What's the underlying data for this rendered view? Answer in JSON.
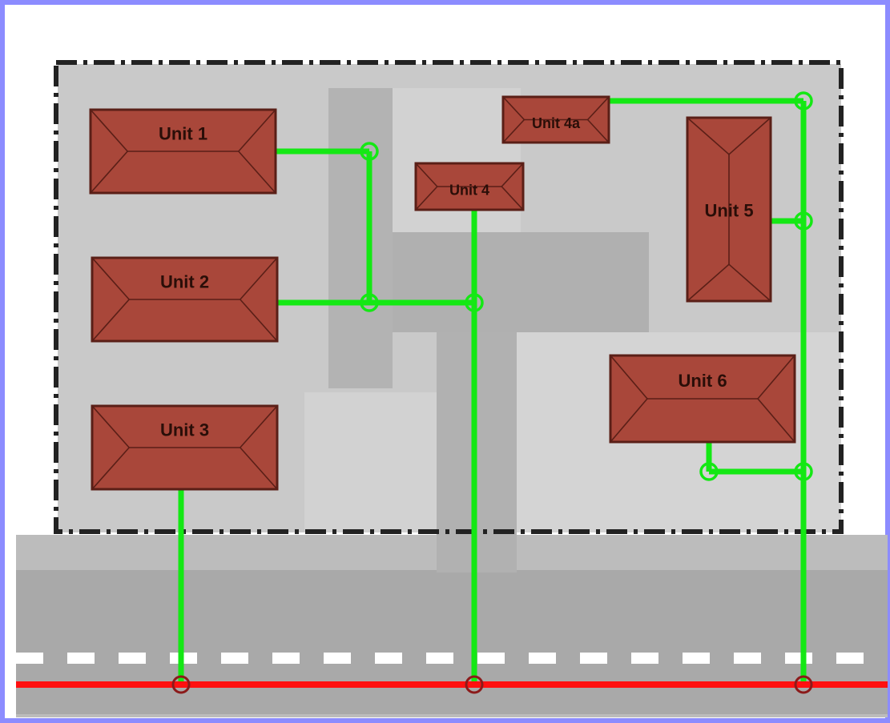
{
  "units": [
    {
      "id": "unit-1",
      "label": "Unit 1"
    },
    {
      "id": "unit-2",
      "label": "Unit 2"
    },
    {
      "id": "unit-3",
      "label": "Unit 3"
    },
    {
      "id": "unit-4a",
      "label": "Unit 4a"
    },
    {
      "id": "unit-4",
      "label": "Unit 4"
    },
    {
      "id": "unit-5",
      "label": "Unit 5"
    },
    {
      "id": "unit-6",
      "label": "Unit 6"
    }
  ],
  "colors": {
    "roof": "#a9473a",
    "roof_dark": "#5a1f17",
    "connection_line": "#14e814",
    "main_line": "#ff1010",
    "site_boundary": "#222222",
    "ground": "#c8c8c8",
    "road": "#a6a6a6",
    "frame_border": "#8c8cff"
  }
}
